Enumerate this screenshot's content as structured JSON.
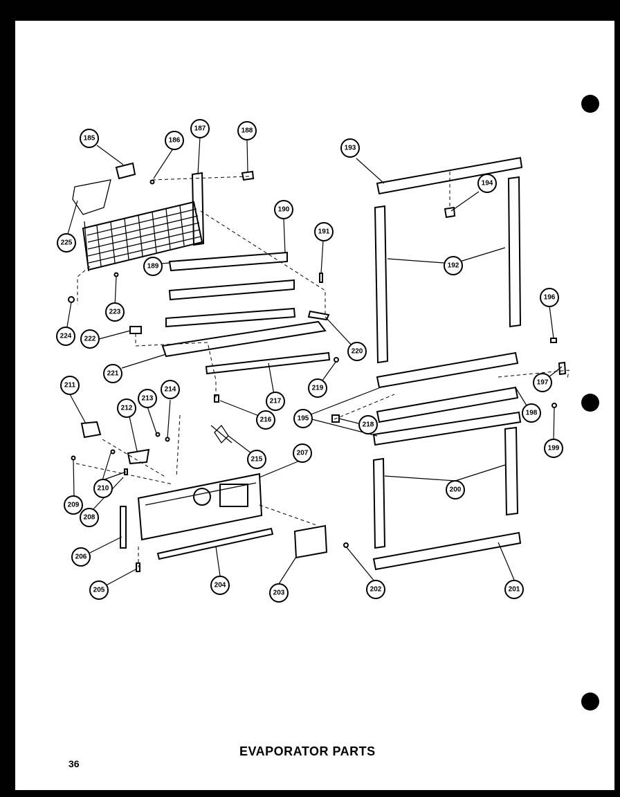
{
  "title": "EVAPORATOR PARTS",
  "page_number": "36",
  "callouts": [
    "185",
    "186",
    "187",
    "188",
    "189",
    "190",
    "191",
    "192",
    "193",
    "194",
    "195",
    "196",
    "197",
    "198",
    "199",
    "200",
    "201",
    "202",
    "203",
    "204",
    "205",
    "206",
    "207",
    "208",
    "209",
    "210",
    "211",
    "212",
    "213",
    "214",
    "215",
    "216",
    "217",
    "218",
    "219",
    "220",
    "221",
    "222",
    "223",
    "224",
    "225"
  ]
}
